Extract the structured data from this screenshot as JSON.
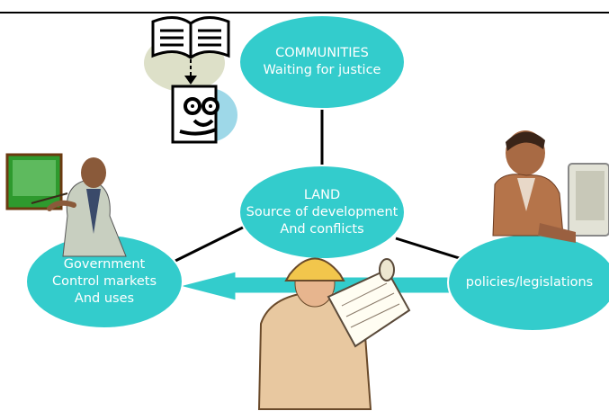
{
  "colors": {
    "node_fill": "#33CCCC",
    "node_text": "#FFFFFF",
    "arrow_fill": "#33CCCC",
    "lines": "#000000"
  },
  "nodes": {
    "communities": {
      "line1": "COMMUNITIES",
      "line2": "Waiting for justice"
    },
    "land": {
      "line1": "LAND",
      "line2": "Source of development",
      "line3": "And conflicts"
    },
    "government": {
      "line1": "Government",
      "line2": "Control markets",
      "line3": "And uses"
    },
    "policies": {
      "line1": "policies/legislations"
    }
  },
  "clipart": [
    "book-document-icon",
    "person-with-glasses-icon",
    "presenter-at-board-icon",
    "man-at-computer-icon",
    "worker-with-blueprint-icon"
  ]
}
